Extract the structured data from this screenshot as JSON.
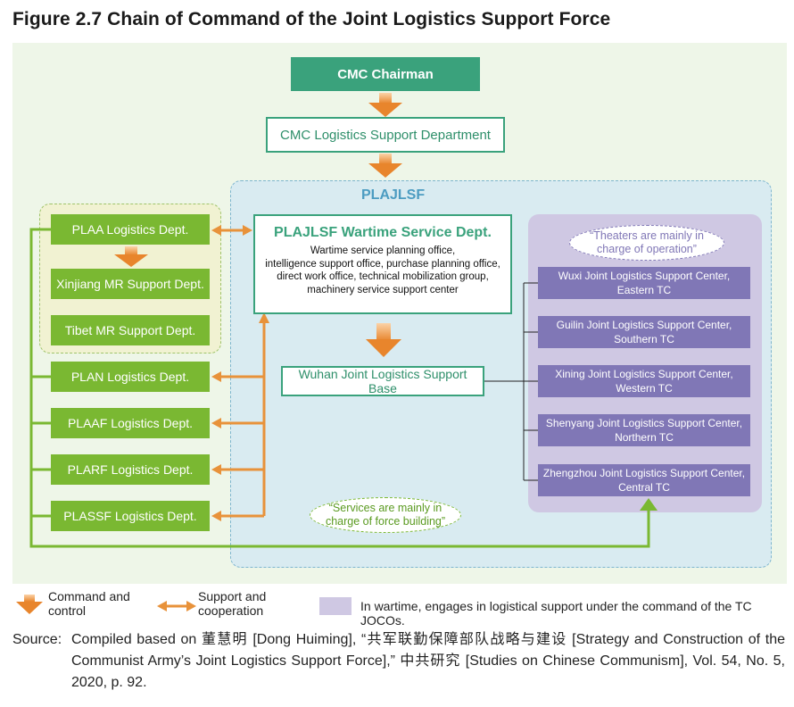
{
  "title": "Figure 2.7  Chain of Command of the Joint Logistics Support Force",
  "nodes": {
    "cmc_chairman": "CMC Chairman",
    "cmc_lsd": "CMC Logistics Support Department",
    "plajlsf_label": "PLAJLSF",
    "wartime_title": "PLAJLSF Wartime Service Dept.",
    "wartime_body_1": "Wartime service planning office,",
    "wartime_body_2": "intelligence support office, purchase planning office,",
    "wartime_body_3": "direct work office, technical mobilization group,",
    "wartime_body_4": "machinery service support center",
    "wuhan": "Wuhan Joint Logistics Support Base",
    "plaa": "PLAA Logistics Dept.",
    "xinjiang": "Xinjiang MR Support Dept.",
    "tibet": "Tibet MR Support Dept.",
    "plan": "PLAN Logistics Dept.",
    "plaaf": "PLAAF Logistics Dept.",
    "plarf": "PLARF Logistics Dept.",
    "plassf": "PLASSF Logistics Dept.",
    "theaters_note_1": "“Theaters are mainly in",
    "theaters_note_2": "charge of operation”",
    "services_note_1": "“Services are mainly in",
    "services_note_2": "charge of force building”",
    "centers": [
      {
        "line1": "Wuxi Joint Logistics Support Center,",
        "line2": "Eastern TC"
      },
      {
        "line1": "Guilin Joint Logistics Support Center,",
        "line2": "Southern TC"
      },
      {
        "line1": "Xining Joint Logistics Support Center,",
        "line2": "Western TC"
      },
      {
        "line1": "Shenyang Joint Logistics Support Center,",
        "line2": "Northern TC"
      },
      {
        "line1": "Zhengzhou Joint Logistics Support Center,",
        "line2": "Central TC"
      }
    ]
  },
  "legend": {
    "command_1": "Command and",
    "command_2": "control",
    "support_1": "Support and",
    "support_2": "cooperation",
    "wartime": "In wartime, engages in logistical support under the command of the TC JOCOs."
  },
  "source": {
    "label": "Source:",
    "text": "Compiled based on 董慧明 [Dong Huiming], “共军联勤保障部队战略与建设 [Strategy and Construction of the Communist Army’s Joint Logistics Support Force],” 中共研究 [Studies on Chinese Communism], Vol. 54, No. 5, 2020, p. 92."
  },
  "colors": {
    "primary_green": "#3aa27c",
    "light_green": "#7ab832",
    "purple": "#8077b6",
    "orange_arrow": "#e8923a",
    "pla_region": "#d9ebf1"
  }
}
